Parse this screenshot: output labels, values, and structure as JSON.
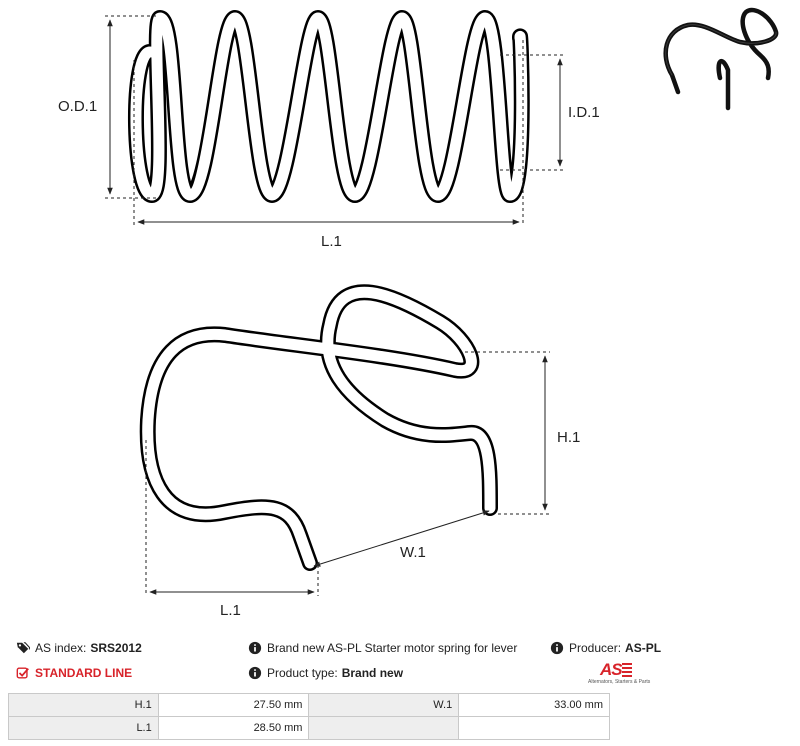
{
  "top_drawing": {
    "od_label": "O.D.1",
    "id_label": "I.D.1",
    "length_label": "L.1"
  },
  "bottom_drawing": {
    "height_label": "H.1",
    "width_label": "W.1",
    "length_label": "L.1"
  },
  "info": {
    "as_index_label": "AS index:",
    "as_index_value": "SRS2012",
    "standard_line": "STANDARD LINE",
    "description": "Brand new AS-PL Starter motor spring for lever",
    "product_type_label": "Product type:",
    "product_type_value": "Brand new",
    "producer_label": "Producer:",
    "producer_value": "AS-PL"
  },
  "brand": {
    "mark": "AS",
    "tagline": "Alternators, Starters & Parts"
  },
  "dimensions": [
    {
      "key1": "H.1",
      "val1": "27.50 mm",
      "key2": "W.1",
      "val2": "33.00 mm"
    },
    {
      "key1": "L.1",
      "val1": "28.50 mm",
      "key2": "",
      "val2": ""
    }
  ],
  "colors": {
    "accent": "#d8232a",
    "table_header_bg": "#eeeeee"
  },
  "icons": [
    "tags-icon",
    "check-square-icon",
    "info-circle-icon"
  ]
}
